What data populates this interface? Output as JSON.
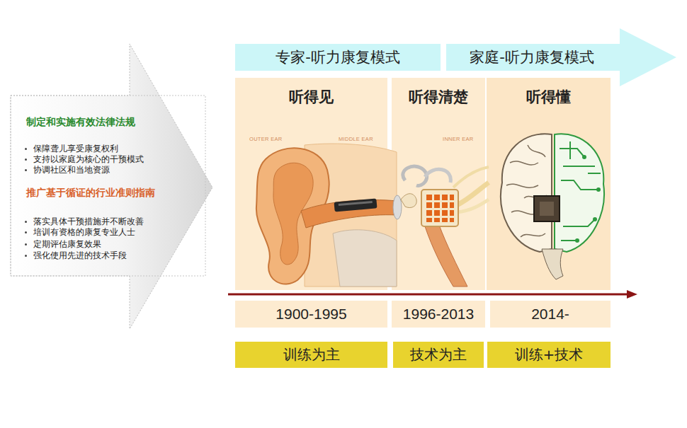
{
  "diagram": {
    "nodes": [
      {
        "text": [
          "制定和实施有效法律法规",
          "保障聋儿享受康复权利",
          "支持以家庭为核心的干预模式",
          "协调社区和当地资源",
          "推广基于循证的行业准则指南",
          "落实具体干预措施并不断改善",
          "培训有资格的康复专业人士",
          "定期评估康复效果",
          "强化使用先进的技术手段"
        ]
      },
      {
        "text": [
          "专家-听力康复模式"
        ]
      },
      {
        "text": [
          "家庭-听力康复模式"
        ]
      },
      {
        "text": [
          "听得见"
        ]
      },
      {
        "text": [
          "听得清楚"
        ]
      },
      {
        "text": [
          "听得懂"
        ]
      },
      {
        "text": [
          "1900-1995"
        ]
      },
      {
        "text": [
          "1996-2013"
        ]
      },
      {
        "text": [
          "2014-"
        ]
      },
      {
        "text": [
          "训练为主"
        ]
      },
      {
        "text": [
          "技术为主"
        ]
      },
      {
        "text": [
          "训练+技术"
        ]
      }
    ],
    "labels": [
      "OUTER EAR",
      "MIDDLE EAR",
      "INNER EAR"
    ]
  }
}
